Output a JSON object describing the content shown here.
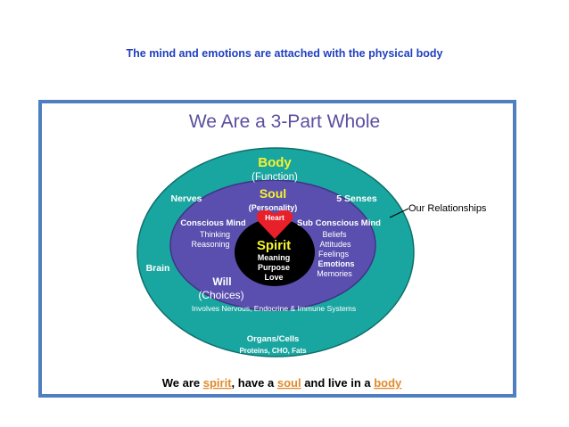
{
  "caption": "The mind and emotions are attached with the physical body",
  "diagram": {
    "title": "We Are a 3-Part Whole",
    "body": {
      "label": "Body",
      "sub": "(Function)",
      "left_label": "Nerves",
      "right_label": "5 Senses",
      "side_label": "Brain",
      "bottom_label": "Organs/Cells",
      "bottom_sub": "Proteins, CHO, Fats"
    },
    "soul": {
      "label": "Soul",
      "sub": "(Personality)",
      "conscious": "Conscious Mind",
      "conscious_items": [
        "Thinking",
        "Reasoning"
      ],
      "subconscious": "Sub Conscious Mind",
      "subconscious_items": [
        "Beliefs",
        "Attitudes",
        "Feelings",
        "Emotions",
        "Memories"
      ],
      "will": "Will",
      "will_sub": "(Choices)",
      "systems": "Involves Nervous, Endocrine & Immune Systems"
    },
    "spirit": {
      "heart": "Heart",
      "label": "Spirit",
      "items": [
        "Meaning",
        "Purpose",
        "Love"
      ]
    },
    "callout": "Our Relationships",
    "footer": {
      "part1": "We are ",
      "spirit": "spirit",
      "part2": ", have a ",
      "soul": "soul",
      "part3": " and live in a ",
      "body": "body"
    },
    "colors": {
      "outer": "#1aa6a0",
      "middle": "#5a4fae",
      "inner": "#000000",
      "heart": "#e8202a",
      "yellow": "#f5f22e",
      "orange": "#e08a2a",
      "title": "#5a4fa0",
      "frame": "#4f7fc0"
    }
  }
}
